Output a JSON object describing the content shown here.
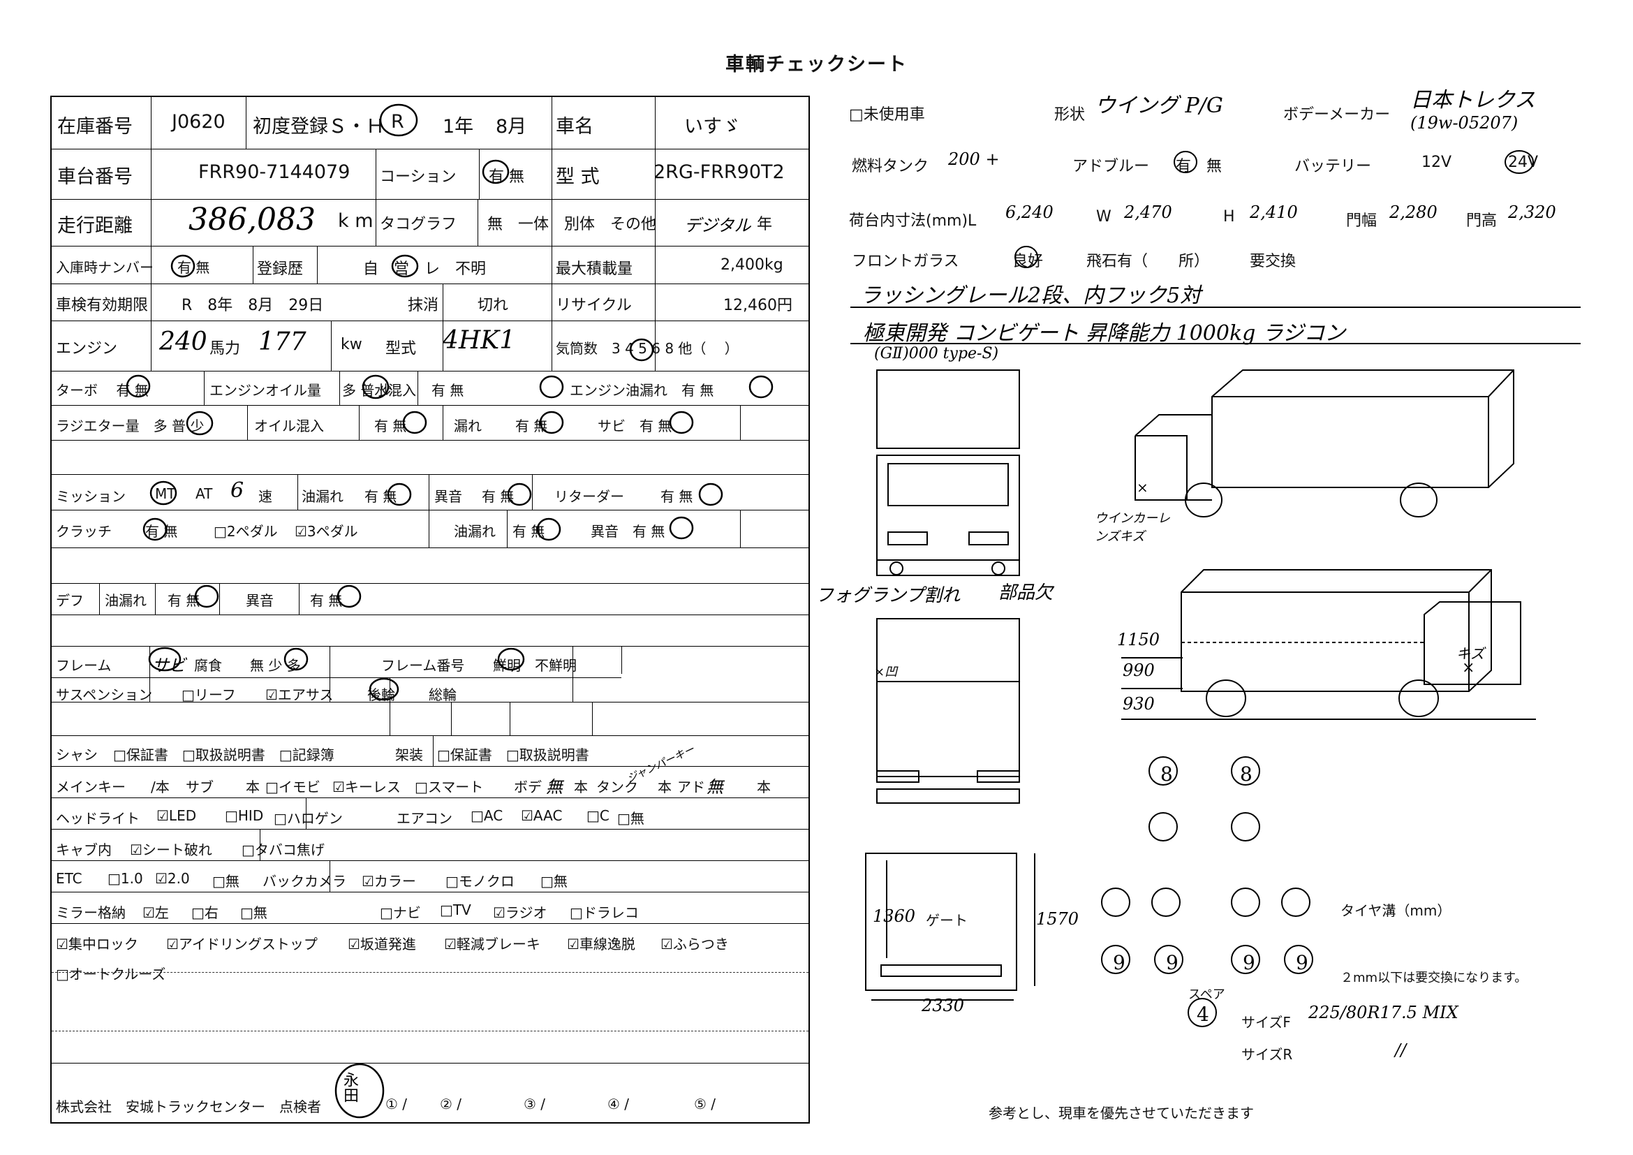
{
  "title": "車輌チェックシート",
  "form": {
    "r1": {
      "stock_label": "在庫番号",
      "stock": "J0620",
      "first_reg": "初度登録Ｓ・Ｈ",
      "era": "R",
      "year": "1年",
      "month": "8月",
      "name_label": "車名",
      "name": "いすゞ"
    },
    "r2": {
      "chassis_label": "車台番号",
      "chassis": "FRR90-7144079",
      "coat_label": "コーション",
      "coat_opts": "有 無",
      "model_label": "型 式",
      "model": "2RG-FRR90T2"
    },
    "r3": {
      "mileage_label": "走行距離",
      "mileage": "386,083",
      "unit": "k m",
      "taco_label": "タコグラフ",
      "taco_opts": "無　一体　別体　その他",
      "taco_hw": "デジタル",
      "taco_year": "年"
    },
    "r4": {
      "plate_label": "入庫時ナンバー",
      "plate_opts": "有 無",
      "reghist_label": "登録歴",
      "reghist_opts": "自　営　レ　不明",
      "load_label": "最大積載量",
      "load": "2,400kg"
    },
    "r5": {
      "inspect_label": "車検有効期限",
      "inspect": "R　8年　8月　29日",
      "erase": "抹消",
      "expired": "切れ",
      "recycle_label": "リサイクル",
      "recycle": "12,460円"
    },
    "r6": {
      "engine_label": "エンジン",
      "hp": "240",
      "hp_label": "馬力",
      "kw": "177",
      "kw_label": "kw",
      "type_label": "型式",
      "engine_type": "4HK1",
      "cyl_label": "気筒数　3 4 5 6 8 他（　 ）"
    },
    "r7": {
      "turbo": "ターボ　 有 無",
      "oil_amt": "エンジンオイル量",
      "oil_amt_opts": "多 普 少",
      "water": "水混入",
      "water_opts": "有 無",
      "oil_leak": "エンジン油漏れ　有 無"
    },
    "r8": {
      "radiator": "ラジエター量　多 普 少",
      "oil_mix": "オイル混入",
      "oil_mix_opts": "有 無",
      "leak": "漏れ",
      "leak_opts": "有 無",
      "rust": "サビ　有 無"
    },
    "r9": {
      "mission": "ミッション",
      "mt": "MT",
      "at": "AT",
      "speed_hw": "6",
      "speed": "速",
      "oil_leak": "油漏れ",
      "oil_leak_opts": "有 無",
      "noise": "異音",
      "noise_opts": "有 無",
      "retarder": "リターダー",
      "retarder_opts": "有 無"
    },
    "r10": {
      "clutch": "クラッチ",
      "clutch_opts": "有 無",
      "pedal2": "□2ペダル",
      "pedal3": "☑3ペダル",
      "oil_leak": "油漏れ",
      "oil_leak_opts": "有 無",
      "noise": "異音　有 無"
    },
    "r11": {
      "diff": "デフ",
      "oil_leak": "油漏れ",
      "opts1": "有 無",
      "noise": "異音",
      "opts2": "有 無"
    },
    "r12": {
      "frame": "フレーム",
      "frame_hw": "サビ",
      "frame_opts": "腐食　　無 少 多",
      "frame_no": "フレーム番号",
      "frame_no_opts": "鮮明　不鮮明"
    },
    "r13": {
      "susp": "サスペンション",
      "leaf": "□リーフ",
      "air": "☑エアサス",
      "wheel": "後輪",
      "all": "総輪"
    },
    "r14": {
      "chassis": "シャシ",
      "chassis_opts": "□保証書　□取扱説明書　□記録簿",
      "body": "架装",
      "body_opts": "□保証書　□取扱説明書"
    },
    "r15": {
      "key": "メインキー",
      "key_main": "/本",
      "sub": "サブ",
      "sub_unit": "本",
      "immobi": "□イモビ",
      "keyless": "☑キーレス",
      "smart": "□スマート",
      "body_key": "ボデ",
      "body_hw": "無",
      "body_unit": "本",
      "tank": "タンク",
      "tank_hw": "ジャンパーキー",
      "tank_unit": "本",
      "adblue": "アド",
      "adblue_hw": "無",
      "adblue_unit": "本"
    },
    "r16": {
      "head": "ヘッドライト",
      "led": "☑LED",
      "hid": "□HID",
      "halogen": "□ハロゲン",
      "ac": "エアコン",
      "ac_opts": "□AC",
      "aac": "☑AAC",
      "c": "□C",
      "none": "□無"
    },
    "r17": {
      "cab": "キャブ内",
      "seat": "☑シート破れ",
      "cig": "□タバコ焦げ"
    },
    "r18": {
      "etc": "ETC",
      "v1": "□1.0",
      "v2": "☑2.0",
      "none": "□無",
      "camera": "バックカメラ",
      "color": "☑カラー",
      "mono": "□モノクロ",
      "none2": "□無"
    },
    "r19": {
      "mirror": "ミラー格納",
      "left": "☑左",
      "right": "□右",
      "none": "□無",
      "navi": "□ナビ",
      "tv": "□TV",
      "radio": "☑ラジオ",
      "drarec": "□ドラレコ"
    },
    "r20": {
      "items": [
        "☑集中ロック",
        "☑アイドリングストップ",
        "☑坂道発進",
        "☑軽減ブレーキ",
        "☑車線逸脱",
        "☑ふらつき"
      ]
    },
    "r21": {
      "cruise": "□オートクルーズ"
    },
    "footer": {
      "company": "株式会社　安城トラックセンター　点検者",
      "stamp": "永田",
      "slots": [
        "① /",
        "② /",
        "③ /",
        "④ /",
        "⑤ /"
      ]
    }
  },
  "right": {
    "unused": "□未使用車",
    "shape_label": "形状",
    "shape_hw": "ウイング P/G",
    "maker_label": "ボデーメーカー",
    "maker_hw": "日本トレクス",
    "maker_hw2": "(19w-05207)",
    "fuel_label": "燃料タンク",
    "fuel_hw": "200 +",
    "adblue_label": "アドブルー",
    "adblue_opts": "有　無",
    "battery_label": "バッテリー",
    "battery_v": "12V",
    "battery_v2": "24V",
    "dim_label": "荷台内寸法(mm)L",
    "dim_L": "6,240",
    "dim_W_label": "W",
    "dim_W": "2,470",
    "dim_H_label": "H",
    "dim_H": "2,410",
    "gate_w_label": "門幅",
    "gate_w": "2,280",
    "gate_h_label": "門高",
    "gate_h": "2,320",
    "glass_label": "フロントガラス",
    "glass_opt1": "良好",
    "glass_opt2": "飛石有（　　所）",
    "glass_opt3": "要交換",
    "note1": "ラッシングレール2段、内フック5対",
    "note2": "極東開発 コンビゲート 昇降能力 1000kg ラジコン",
    "note3": "(GⅡ)000 type-S)",
    "fog": "フォグランプ割れ",
    "dent": "部品欠",
    "winker": "ウインカーレンズキズ",
    "x": "×",
    "scratch": "キズ",
    "scratch_x": "×",
    "xm": "×凹",
    "h1": "1150",
    "h2": "990",
    "h3": "930",
    "gate_label": "ゲート",
    "gate_1360": "1360",
    "gate_1570": "1570",
    "gate_2330": "2330",
    "tires_top": [
      "8",
      "8"
    ],
    "tires_bottom": [
      "9",
      "9",
      "9",
      "9"
    ],
    "tire_label": "タイヤ溝（mm）",
    "tire_note": "２mm以下は要交換になります。",
    "spare_label": "スペア",
    "spare": "4",
    "size_f_label": "サイズF",
    "size_f": "225/80R17.5 MIX",
    "size_r_label": "サイズR",
    "size_r": "//",
    "disclaimer": "参考とし、現車を優先させていただきます"
  }
}
